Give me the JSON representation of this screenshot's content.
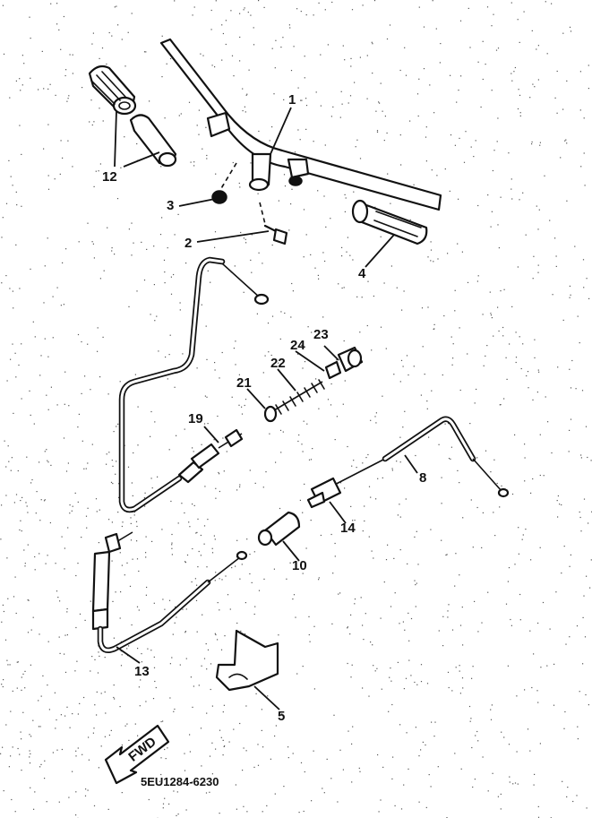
{
  "callouts": {
    "c1": "1",
    "c2": "2",
    "c3": "3",
    "c4": "4",
    "c5": "5",
    "c8": "8",
    "c10": "10",
    "c12": "12",
    "c13": "13",
    "c14": "14",
    "c19": "19",
    "c21": "21",
    "c22": "22",
    "c23": "23",
    "c24": "24"
  },
  "fwd_label": "FWD",
  "drawing_code": "5EU1284-6230"
}
